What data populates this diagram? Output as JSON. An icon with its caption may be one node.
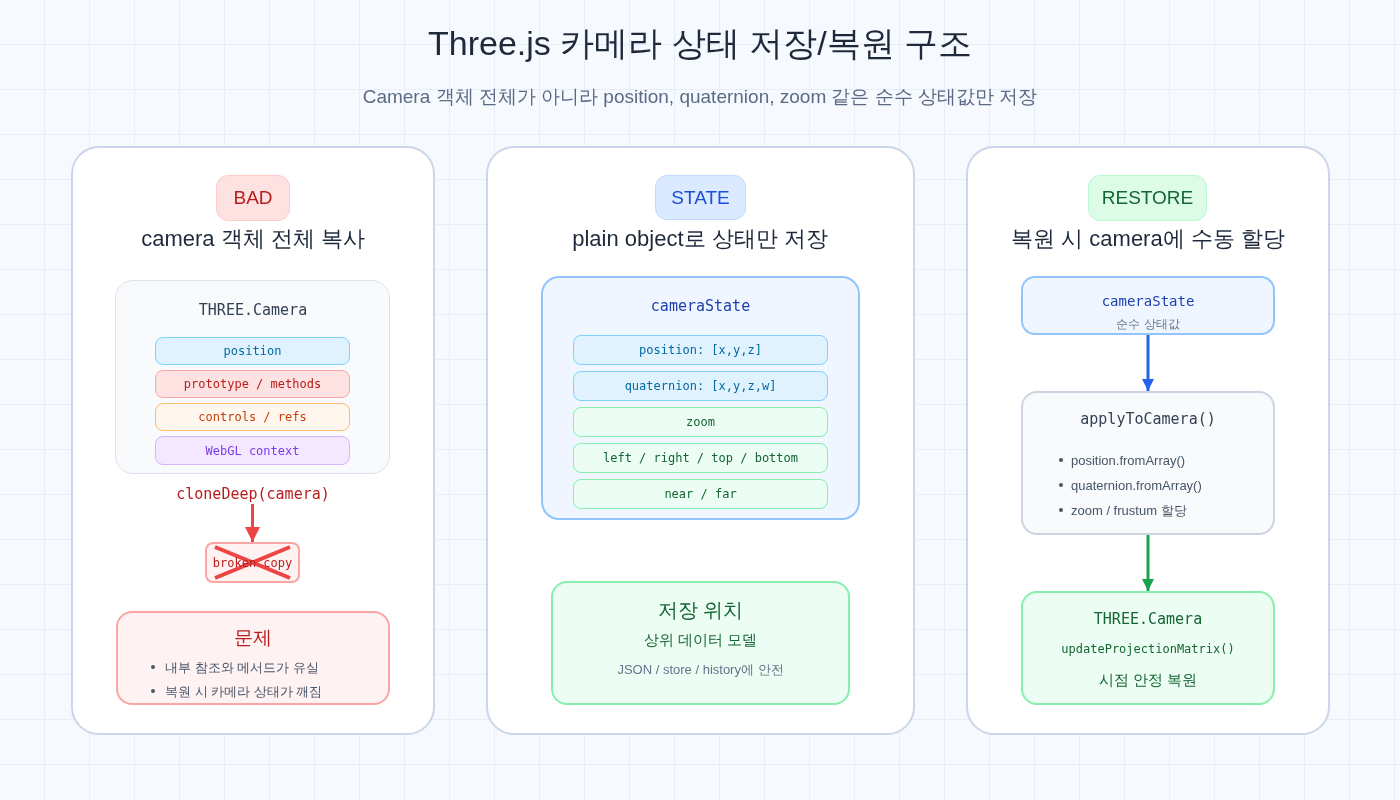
{
  "diagram": {
    "title": "Three.js 카메라 상태 저장/복원 구조",
    "caption": "Camera 객체 전체가 아니라 position, quaternion, zoom 같은 순수 상태값만 저장",
    "nodes": [
      {
        "text": [
          "camera 객체 전체 복사"
        ]
      },
      {
        "text": [
          "BAD"
        ],
        "in": 0
      },
      {
        "text": [
          "THREE.Camera"
        ],
        "in": 0
      },
      {
        "text": [
          "position"
        ],
        "in": 2
      },
      {
        "text": [
          "prototype / methods"
        ],
        "in": 2
      },
      {
        "text": [
          "controls / refs"
        ],
        "in": 2
      },
      {
        "text": [
          "WebGL context"
        ],
        "in": 2
      },
      {
        "text": [
          "cloneDeep(camera)"
        ],
        "in": 0
      },
      {
        "text": [
          "broken copy"
        ],
        "in": 0
      },
      {
        "text": [
          "문제",
          "내부 참조와 메서드가 유실",
          "복원 시 카메라 상태가 깨짐"
        ],
        "in": 0
      },
      {
        "text": [
          "plain object로 상태만 저장"
        ]
      },
      {
        "text": [
          "STATE"
        ],
        "in": 10
      },
      {
        "text": [
          "cameraState"
        ],
        "in": 10
      },
      {
        "text": [
          "position: [x,y,z]"
        ],
        "in": 12
      },
      {
        "text": [
          "quaternion: [x,y,z,w]"
        ],
        "in": 12
      },
      {
        "text": [
          "zoom"
        ],
        "in": 12
      },
      {
        "text": [
          "left / right / top / bottom"
        ],
        "in": 12
      },
      {
        "text": [
          "near / far"
        ],
        "in": 12
      },
      {
        "text": [
          "저장 위치",
          "상위 데이터 모델",
          "JSON / store / history에 안전"
        ],
        "in": 10
      },
      {
        "text": [
          "복원 시 camera에 수동 할당"
        ]
      },
      {
        "text": [
          "RESTORE"
        ],
        "in": 19
      },
      {
        "text": [
          "cameraState",
          "순수 상태값"
        ],
        "in": 19
      },
      {
        "text": [
          "applyToCamera()",
          "position.fromArray()",
          "quaternion.fromArray()",
          "zoom / frustum 할당"
        ],
        "in": 19
      },
      {
        "text": [
          "THREE.Camera",
          "updateProjectionMatrix()",
          "시점 안정 복원"
        ],
        "in": 19
      }
    ],
    "edges": [
      {
        "from": 7,
        "to": 8,
        "arrow": "to",
        "color": "#ef4444"
      },
      {
        "from": 21,
        "to": 22,
        "arrow": "to",
        "color": "#2563eb"
      },
      {
        "from": 22,
        "to": 23,
        "arrow": "to",
        "color": "#16a34a"
      }
    ]
  }
}
